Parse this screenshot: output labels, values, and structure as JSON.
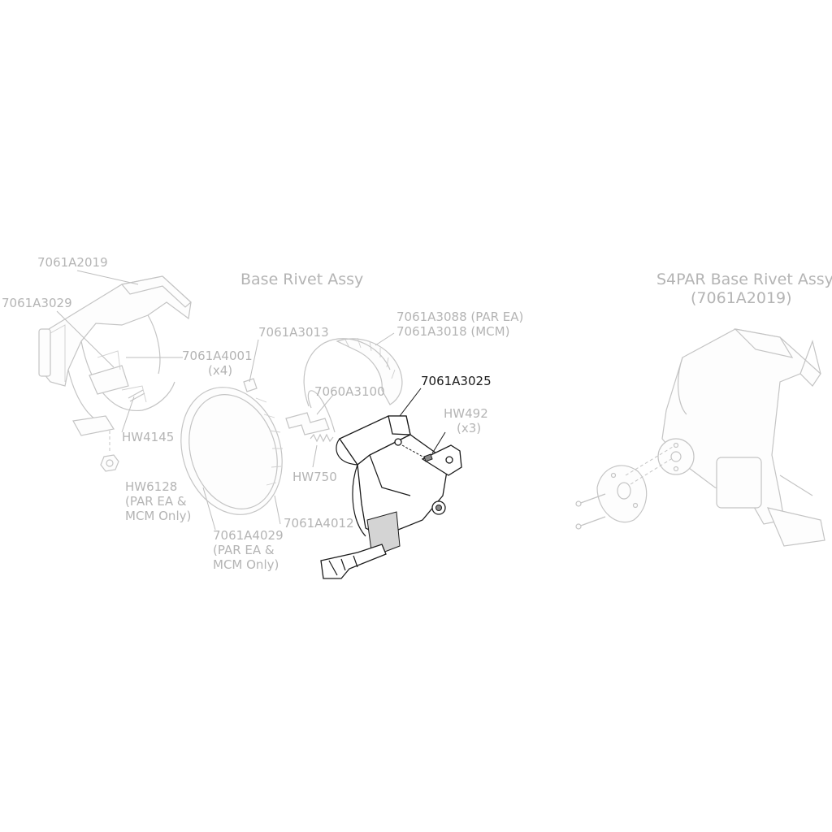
{
  "titles": {
    "base_rivet": "Base Rivet Assy",
    "s4par_line1": "S4PAR Base Rivet Assy",
    "s4par_line2": "(7061A2019)"
  },
  "labels": {
    "p7061A2019": "7061A2019",
    "p7061A3029": "7061A3029",
    "p7061A4001_a": "7061A4001",
    "p7061A4001_b": "(x4)",
    "p7061A3013": "7061A3013",
    "p7061A3088": "7061A3088 (PAR EA)",
    "p7061A3018": "7061A3018 (MCM)",
    "p7061A3025": "7061A3025",
    "p7060A3100": "7060A3100",
    "pHW492_a": "HW492",
    "pHW492_b": "(x3)",
    "pHW4145": "HW4145",
    "pHW750": "HW750",
    "pHW6128_a": "HW6128",
    "pHW6128_b": "(PAR EA &",
    "pHW6128_c": "MCM Only)",
    "p7061A4012": "7061A4012",
    "p7061A4029_a": "7061A4029",
    "p7061A4029_b": "(PAR EA &",
    "p7061A4029_c": "MCM Only)"
  },
  "colors": {
    "faded": "#b4b4b4",
    "highlight": "#1a1a1a",
    "background": "#ffffff"
  }
}
